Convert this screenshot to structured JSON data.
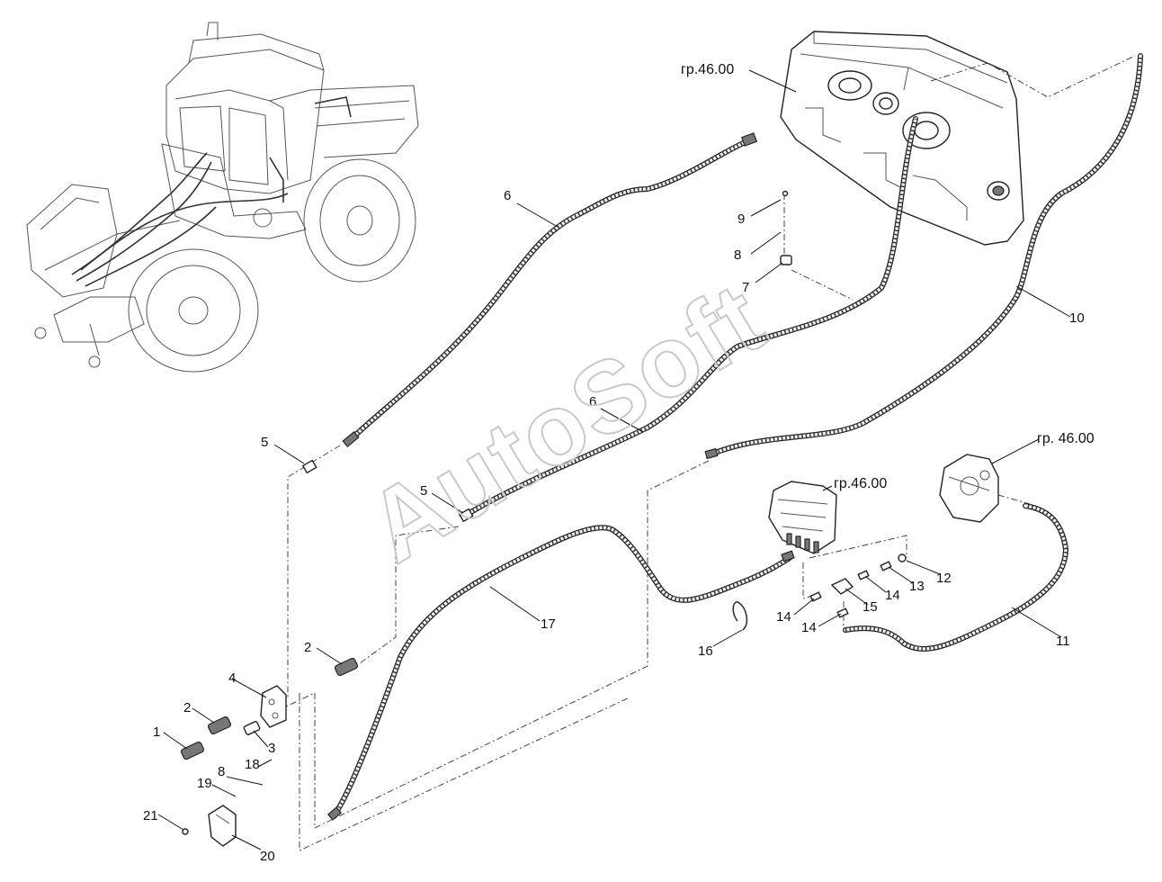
{
  "watermark": "AutoSoft",
  "group_refs": [
    "гр.46.00",
    "гр. 46.00",
    "гр.46.00"
  ],
  "callouts": [
    "1",
    "2",
    "2",
    "3",
    "4",
    "5",
    "5",
    "6",
    "6",
    "7",
    "8",
    "8",
    "9",
    "10",
    "11",
    "12",
    "13",
    "14",
    "14",
    "14",
    "15",
    "16",
    "17",
    "18",
    "19",
    "20",
    "21"
  ]
}
